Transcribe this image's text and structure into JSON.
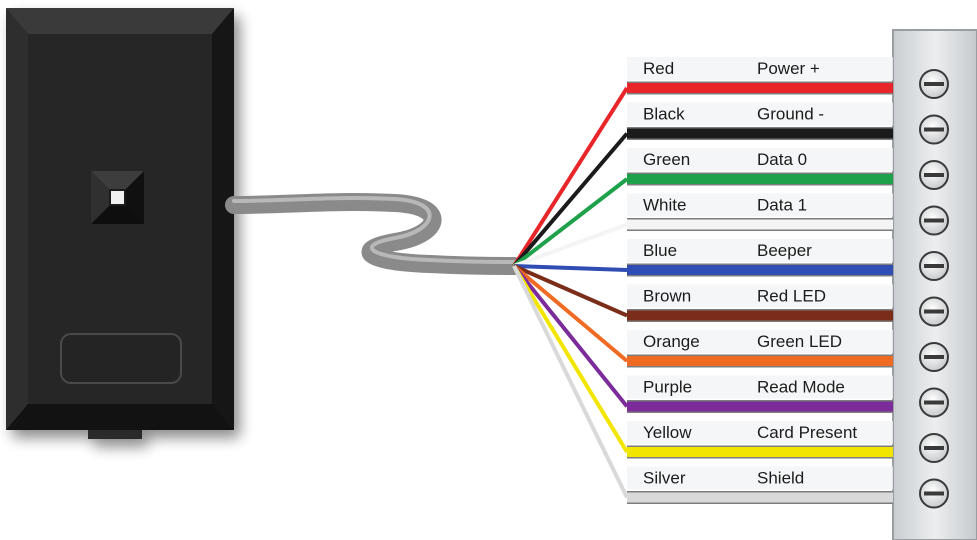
{
  "diagram": {
    "wires": [
      {
        "color_name": "Red",
        "function": "Power +",
        "color": "#e8262a"
      },
      {
        "color_name": "Black",
        "function": "Ground -",
        "color": "#1b1b1b"
      },
      {
        "color_name": "Green",
        "function": "Data 0",
        "color": "#1fa04a"
      },
      {
        "color_name": "White",
        "function": "Data 1",
        "color": "#f4f4f4"
      },
      {
        "color_name": "Blue",
        "function": "Beeper",
        "color": "#2f4db3"
      },
      {
        "color_name": "Brown",
        "function": "Red LED",
        "color": "#7a2e1a"
      },
      {
        "color_name": "Orange",
        "function": "Green LED",
        "color": "#ef6a23"
      },
      {
        "color_name": "Purple",
        "function": "Read Mode",
        "color": "#7b2c9a"
      },
      {
        "color_name": "Yellow",
        "function": "Card Present",
        "color": "#f2e500"
      },
      {
        "color_name": "Silver",
        "function": "Shield",
        "color": "#d9d9d9"
      }
    ],
    "colors": {
      "reader_body": "#232323",
      "cable": "#8a8a8a",
      "terminal_block": "#d9dcdf"
    }
  }
}
